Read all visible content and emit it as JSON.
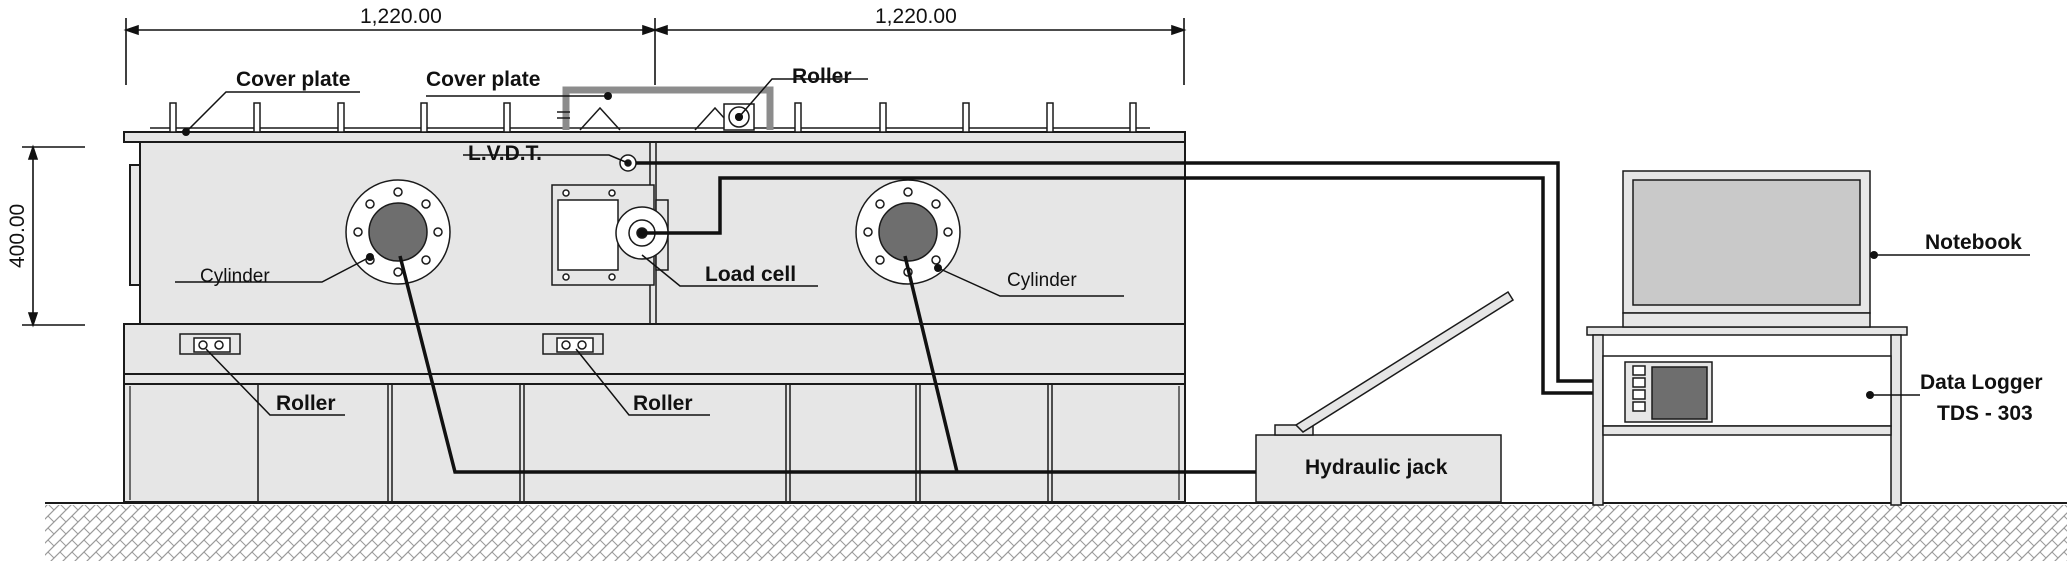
{
  "dimensions": {
    "left_span": "1,220.00",
    "right_span": "1,220.00",
    "height": "400.00"
  },
  "labels": {
    "cover_plate_left": "Cover plate",
    "cover_plate_mid": "Cover plate",
    "roller_top": "Roller",
    "lvdt": "L.V.D.T.",
    "cylinder_left": "Cylinder",
    "load_cell": "Load cell",
    "cylinder_right": "Cylinder",
    "notebook": "Notebook",
    "roller_bottom_left": "Roller",
    "roller_bottom_mid": "Roller",
    "data_logger": "Data Logger",
    "data_logger_model": "TDS - 303",
    "hydraulic_jack": "Hydraulic jack"
  },
  "colors": {
    "panel_fill": "#e6e6e6",
    "stroke": "#1a1a1a",
    "screen_fill": "#c9c9c9",
    "disk_fill": "#6e6e6e",
    "ground_hatch": "#9a9a9a"
  }
}
